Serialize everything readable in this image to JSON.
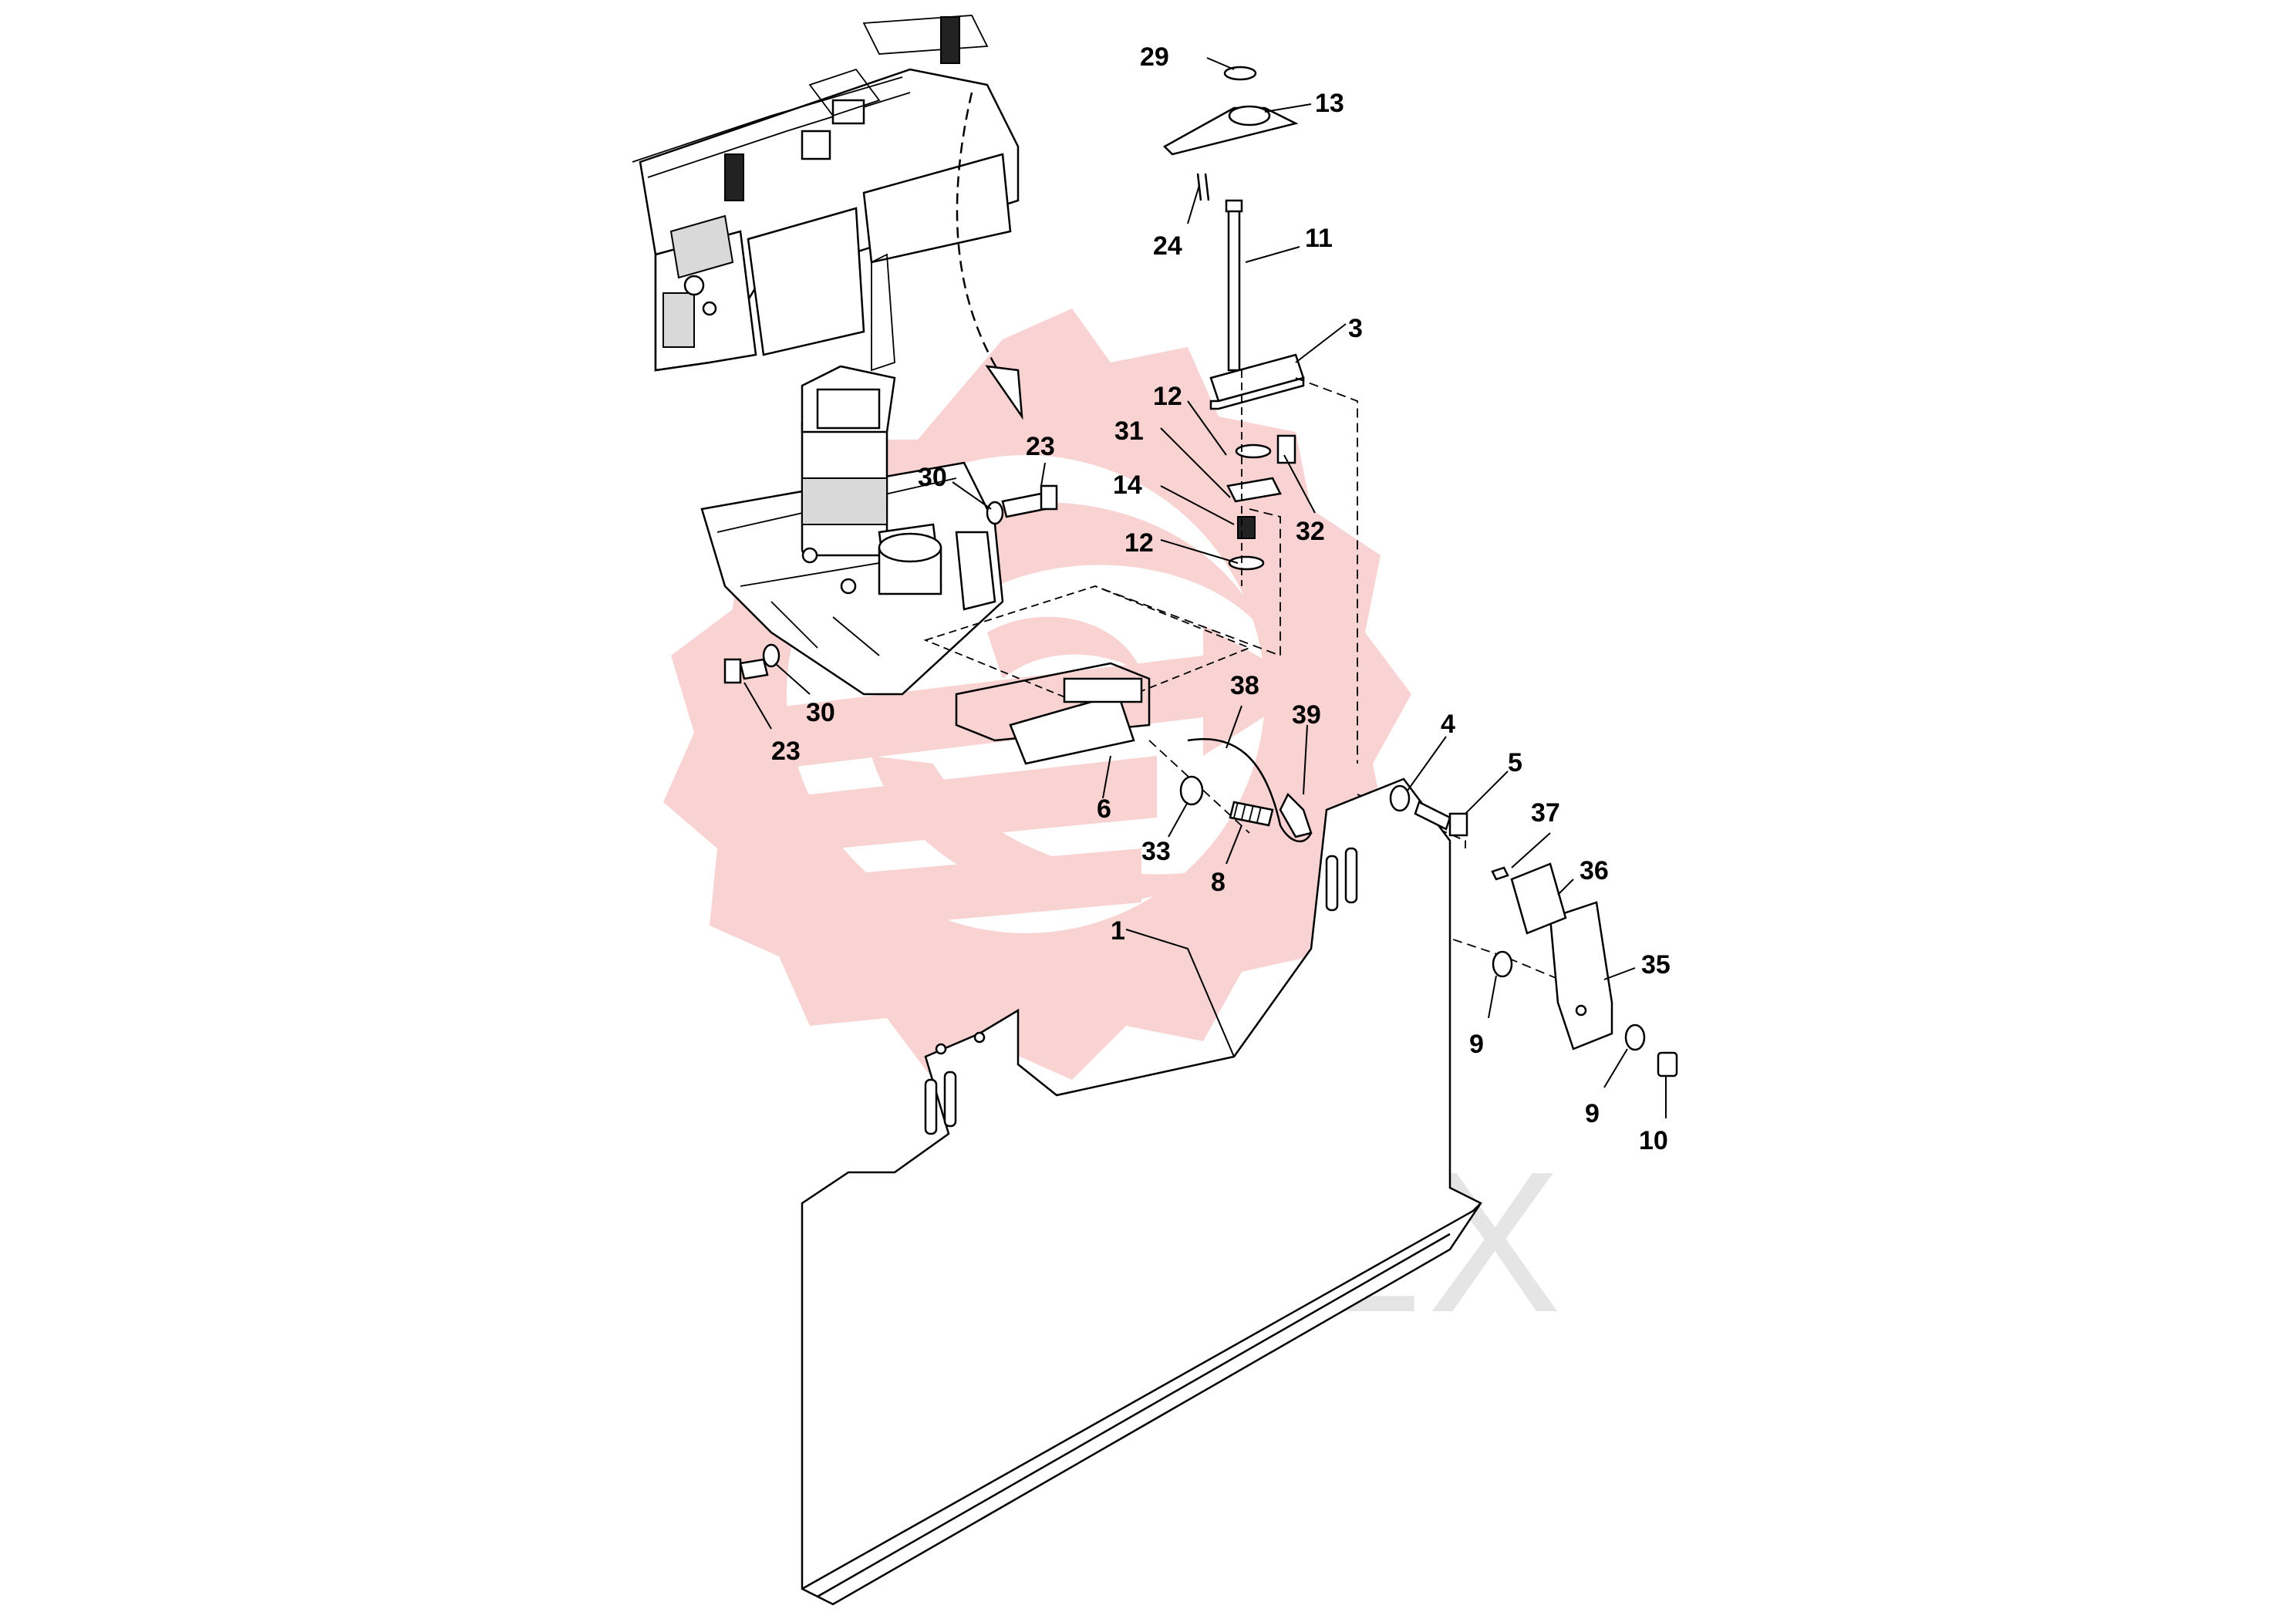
{
  "watermark": {
    "text": "ИНТЕХ",
    "logo_color": "#f5b5b5"
  },
  "callouts": [
    {
      "id": "c29",
      "label": "29"
    },
    {
      "id": "c13",
      "label": "13"
    },
    {
      "id": "c24",
      "label": "24"
    },
    {
      "id": "c11",
      "label": "11"
    },
    {
      "id": "c3",
      "label": "3"
    },
    {
      "id": "c12a",
      "label": "12"
    },
    {
      "id": "c31",
      "label": "31"
    },
    {
      "id": "c14",
      "label": "14"
    },
    {
      "id": "c32",
      "label": "32"
    },
    {
      "id": "c12b",
      "label": "12"
    },
    {
      "id": "c23a",
      "label": "23"
    },
    {
      "id": "c30a",
      "label": "30"
    },
    {
      "id": "c30b",
      "label": "30"
    },
    {
      "id": "c23b",
      "label": "23"
    },
    {
      "id": "c38",
      "label": "38"
    },
    {
      "id": "c39",
      "label": "39"
    },
    {
      "id": "c4",
      "label": "4"
    },
    {
      "id": "c5",
      "label": "5"
    },
    {
      "id": "c6",
      "label": "6"
    },
    {
      "id": "c33",
      "label": "33"
    },
    {
      "id": "c8",
      "label": "8"
    },
    {
      "id": "c37",
      "label": "37"
    },
    {
      "id": "c36",
      "label": "36"
    },
    {
      "id": "c1",
      "label": "1"
    },
    {
      "id": "c35",
      "label": "35"
    },
    {
      "id": "c9a",
      "label": "9"
    },
    {
      "id": "c9b",
      "label": "9"
    },
    {
      "id": "c10",
      "label": "10"
    }
  ]
}
